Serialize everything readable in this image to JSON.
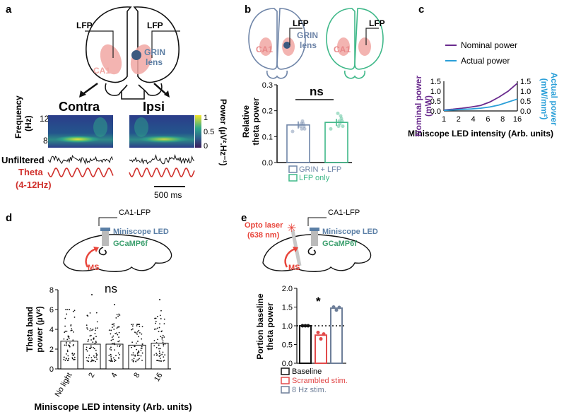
{
  "panels": {
    "a": {
      "letter": "a",
      "lfp_left": "LFP",
      "lfp_right": "LFP",
      "ca1": "CA1",
      "grin_line1": "GRIN",
      "grin_line2": "lens",
      "contra": "Contra",
      "ipsi": "Ipsi",
      "freq_label_1": "Frequency",
      "freq_label_2": "(Hz)",
      "freq_ticks": [
        "12",
        "8"
      ],
      "colorbar_ticks": [
        "1",
        "0.5",
        "0"
      ],
      "power_label": "Power (µV².Hz⁻¹)",
      "unfiltered": "Unfiltered",
      "theta_line1": "Theta",
      "theta_line2": "(4-12Hz)",
      "scalebar": "500 ms"
    },
    "b": {
      "letter": "b",
      "lfp_left": "LFP",
      "lfp_right": "LFP",
      "ca1_left": "CA1",
      "ca1_right": "CA1",
      "grin_line1": "GRIN",
      "grin_line2": "lens",
      "sig": "ns",
      "legend": [
        "GRIN + LFP",
        "LFP only"
      ]
    },
    "c": {
      "letter": "c",
      "legend": [
        "Nominal power",
        "Actual power"
      ]
    },
    "d": {
      "letter": "d",
      "ca1_lfp": "CA1-LFP",
      "miniscope": "Miniscope LED",
      "gcamp": "GCaMP6f",
      "ms": "MS",
      "sig": "ns"
    },
    "e": {
      "letter": "e",
      "ca1_lfp": "CA1-LFP",
      "miniscope": "Miniscope LED",
      "gcamp": "GCaMP6f",
      "ms": "MS",
      "opto_line1": "Opto laser",
      "opto_line2": "(638 nm)",
      "sig": "*",
      "legend": [
        "Baseline",
        "Scrambled stim.",
        "8 Hz stim."
      ]
    }
  },
  "colors": {
    "contra_group": "#6f85a8",
    "lfp_only": "#3fb889",
    "nominal": "#6a2b8e",
    "actual": "#2a9fd8",
    "theta": "#d0312d",
    "laser": "#e8443a",
    "miniscope": "#5b7fa6",
    "gcamp": "#3da06f",
    "ca1": "#f1a7a3",
    "scrambled": "#e24a4a",
    "eight_hz": "#6e7f99"
  },
  "chart_data": [
    {
      "id": "b",
      "type": "bar",
      "title": "",
      "xlabel": "",
      "ylabel": "Relative theta power",
      "categories": [
        "GRIN + LFP",
        "LFP only"
      ],
      "values": [
        0.145,
        0.155
      ],
      "ylim": [
        0,
        0.3
      ],
      "yticks": [
        "0.0",
        "0.1",
        "0.2",
        "0.3"
      ],
      "colors": [
        "#6f85a8",
        "#3fb889"
      ],
      "points": [
        [
          0.12,
          0.13,
          0.14,
          0.15,
          0.16,
          0.13,
          0.15,
          0.14
        ],
        [
          0.13,
          0.14,
          0.16,
          0.17,
          0.18,
          0.15,
          0.16,
          0.14,
          0.19
        ]
      ]
    },
    {
      "id": "c",
      "type": "line",
      "title": "",
      "xlabel": "Miniscope LED intensity (Arb. units)",
      "ylabel": "Nominal power (mW)",
      "y2label": "Actual power (mW/mm²)",
      "x": [
        1,
        2,
        4,
        6,
        8,
        10,
        12,
        14,
        16
      ],
      "xticks": [
        "1",
        "2",
        "4",
        "6",
        "8",
        "16"
      ],
      "series": [
        {
          "name": "Nominal power",
          "values": [
            0.05,
            0.09,
            0.14,
            0.2,
            0.28,
            0.45,
            0.7,
            1.0,
            1.4
          ]
        },
        {
          "name": "Actual power",
          "values": [
            0.03,
            0.05,
            0.08,
            0.1,
            0.14,
            0.2,
            0.3,
            0.45,
            0.6
          ]
        }
      ],
      "ylim": [
        0,
        1.5
      ],
      "yticks": [
        "0.0",
        "0.5",
        "1.0",
        "1.5"
      ]
    },
    {
      "id": "d",
      "type": "bar",
      "title": "",
      "xlabel": "Miniscope LED intensity (Arb. units)",
      "ylabel": "Theta band power (µV²)",
      "categories": [
        "No light",
        "2",
        "4",
        "8",
        "16"
      ],
      "values": [
        2.8,
        2.5,
        2.5,
        2.4,
        2.6
      ],
      "ylim": [
        0,
        8
      ],
      "yticks": [
        "0",
        "2",
        "4",
        "6",
        "8"
      ],
      "colors": [
        "#ffffff",
        "#ffffff",
        "#ffffff",
        "#ffffff",
        "#ffffff"
      ],
      "scatter_max": [
        6.0,
        7.5,
        6.5,
        4.5,
        7.0
      ]
    },
    {
      "id": "e",
      "type": "bar",
      "title": "",
      "xlabel": "",
      "ylabel": "Portion baseline theta power",
      "categories": [
        "Baseline",
        "Scrambled stim.",
        "8 Hz stim."
      ],
      "values": [
        1.0,
        0.75,
        1.47
      ],
      "ylim": [
        0,
        2.0
      ],
      "yticks": [
        "0.0",
        "0.5",
        "1.0",
        "1.5",
        "2.0"
      ],
      "reference_line": 1.0,
      "colors": [
        "#111111",
        "#e24a4a",
        "#6e7f99"
      ],
      "points": [
        [
          1.0,
          1.0,
          1.0
        ],
        [
          0.82,
          0.65,
          0.78
        ],
        [
          1.5,
          1.42,
          1.49
        ]
      ]
    }
  ]
}
